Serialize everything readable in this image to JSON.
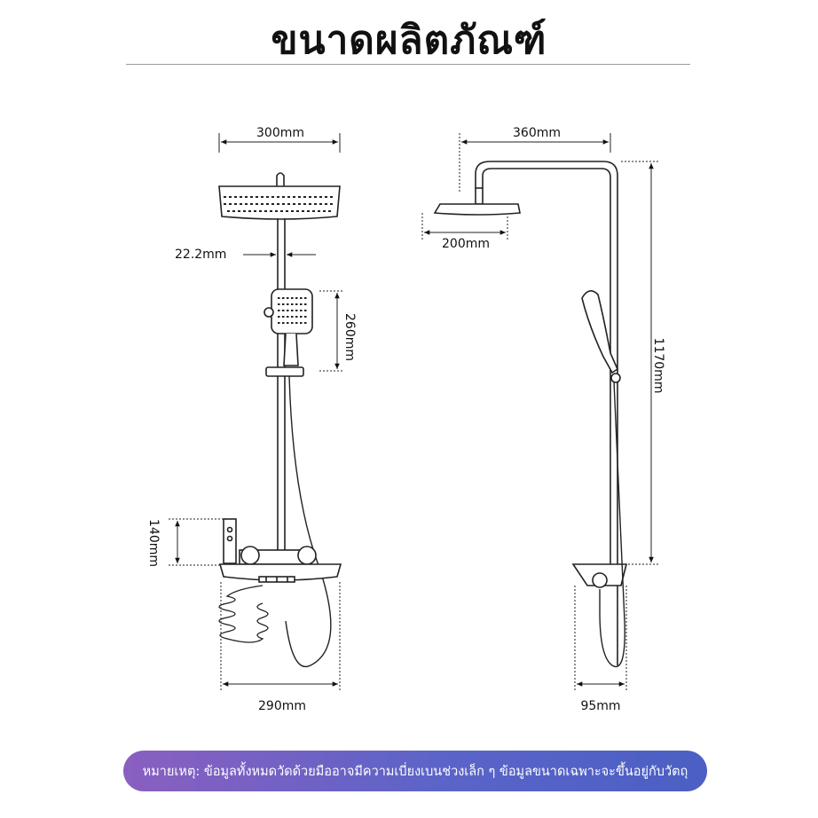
{
  "title": "ขนาดผลิตภัณฑ์",
  "dimensions": {
    "head_width": "300mm",
    "pipe_diameter": "22.2mm",
    "handheld_length": "260mm",
    "valve_height": "140mm",
    "shelf_width": "290mm",
    "arm_reach": "360mm",
    "side_head_width": "200mm",
    "total_height": "1170mm",
    "side_depth": "95mm"
  },
  "note": "หมายเหตุ: ข้อมูลทั้งหมดวัดด้วยมืออาจมีความเบี่ยงเบนช่วงเล็ก ๆ ข้อมูลขนาดเฉพาะจะขึ้นอยู่กับวัตถุ",
  "colors": {
    "line": "#222222",
    "dimension": "#111111",
    "note_gradient_start": "#8a5fc0",
    "note_gradient_end": "#4b5fc4"
  }
}
